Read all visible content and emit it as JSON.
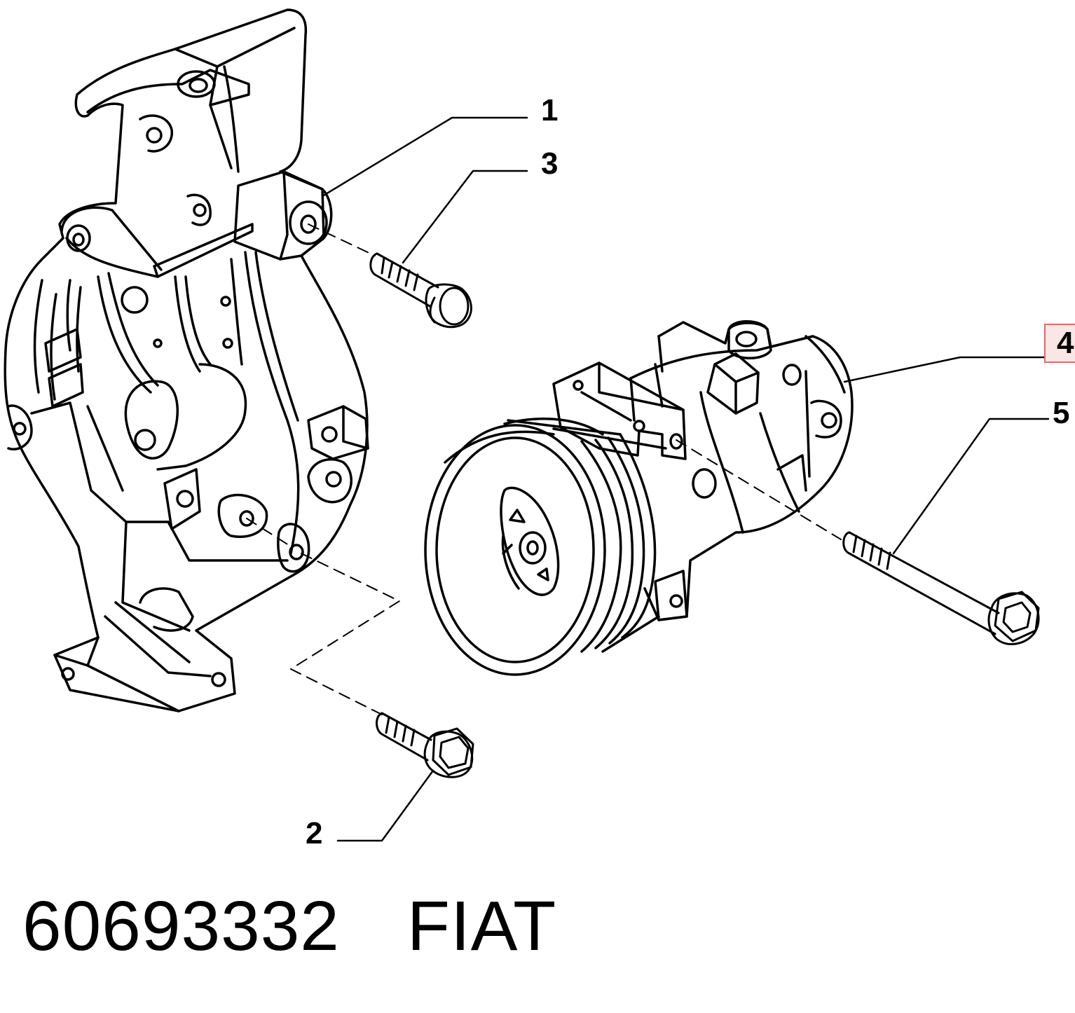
{
  "callouts": [
    {
      "id": "1",
      "label": "1",
      "highlighted": false
    },
    {
      "id": "2",
      "label": "2",
      "highlighted": false
    },
    {
      "id": "3",
      "label": "3",
      "highlighted": false
    },
    {
      "id": "4",
      "label": "4",
      "highlighted": true
    },
    {
      "id": "5",
      "label": "5",
      "highlighted": false
    }
  ],
  "footer": {
    "part_number": "60693332",
    "brand": "FIAT"
  },
  "colors": {
    "line": "#000000",
    "highlight_fill": "#fbe6e6",
    "highlight_border": "#e06a6a",
    "background": "#ffffff"
  }
}
